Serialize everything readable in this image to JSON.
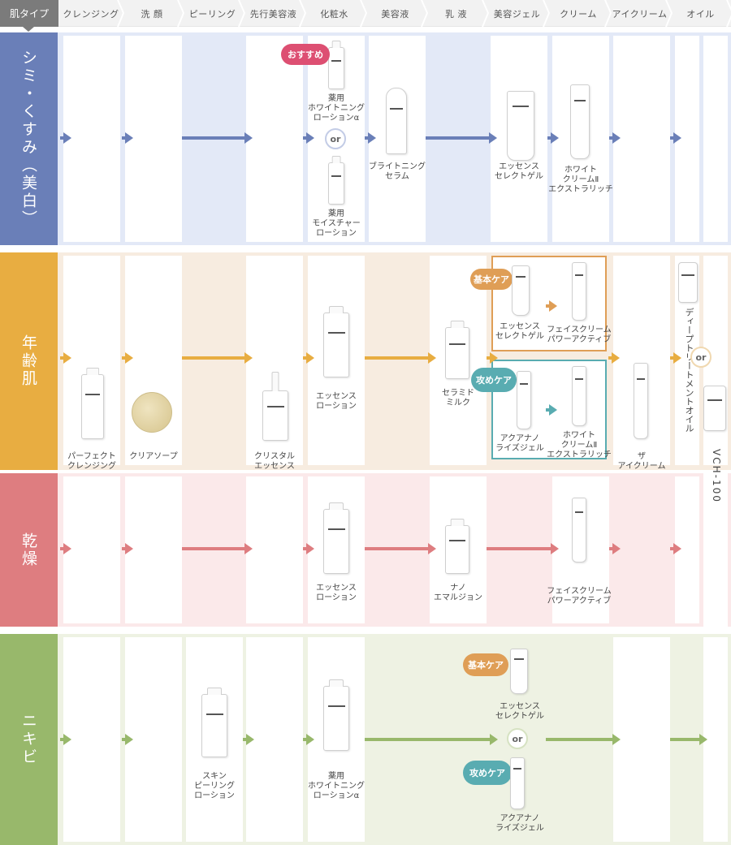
{
  "header": {
    "type_label": "肌タイプ",
    "steps": [
      "クレンジング",
      "洗 顔",
      "ピーリング",
      "先行美容液",
      "化粧水",
      "美容液",
      "乳 液",
      "美容ジェル",
      "クリーム",
      "アイクリーム",
      "オイル"
    ]
  },
  "colors": {
    "blue": "#6a7fb8",
    "blue_bg": "#e3e9f7",
    "orange": "#e8ad41",
    "orange_bg": "#f7ece0",
    "pink": "#de7d80",
    "pink_bg": "#fbe9ea",
    "green": "#98b86b",
    "green_bg": "#eef2e3",
    "badge_pink": "#dd4f72",
    "badge_orange": "#df9e56",
    "badge_teal": "#59acb1"
  },
  "bands": {
    "blemish": {
      "label": "シミ・くすみ（美白）",
      "badge": "おすすめ",
      "or": "or",
      "products": {
        "lotion_a": "薬用\nホワイトニング\nローションα",
        "lotion_b": "薬用\nモイスチャー\nローション",
        "serum": "ブライトニング\nセラム",
        "gel": "エッセンス\nセレクトゲル",
        "cream": "ホワイト\nクリームⅡ\nエクストラリッチ"
      }
    },
    "aging": {
      "label": "年齢肌",
      "badge_basic": "基本ケア",
      "badge_attack": "攻めケア",
      "or": "or",
      "products": {
        "cleansing": "パーフェクト\nクレンジング",
        "soap": "クリアソープ",
        "essence": "クリスタル\nエッセンス",
        "lotion": "エッセンス\nローション",
        "milk": "セラミド\nミルク",
        "gel_basic": "エッセンス\nセレクトゲル",
        "cream_basic": "フェイスクリーム\nパワーアクティブ",
        "gel_attack": "アクアナノ\nライズジェル",
        "cream_attack": "ホワイト\nクリームⅡ\nエクストラリッチ",
        "eye": "ザ\nアイクリーム",
        "oil": "ディープトリートメントオイル",
        "vch": "VCH-100"
      }
    },
    "dry": {
      "label": "乾燥",
      "products": {
        "lotion": "エッセンス\nローション",
        "emulsion": "ナノ\nエマルジョン",
        "cream": "フェイスクリーム\nパワーアクティブ"
      }
    },
    "acne": {
      "label": "ニキビ",
      "badge_basic": "基本ケア",
      "badge_attack": "攻めケア",
      "or": "or",
      "products": {
        "peeling": "スキン\nピーリング\nローション",
        "lotion": "薬用\nホワイトニング\nローションα",
        "gel_basic": "エッセンス\nセレクトゲル",
        "gel_attack": "アクアナノ\nライズジェル"
      }
    }
  }
}
